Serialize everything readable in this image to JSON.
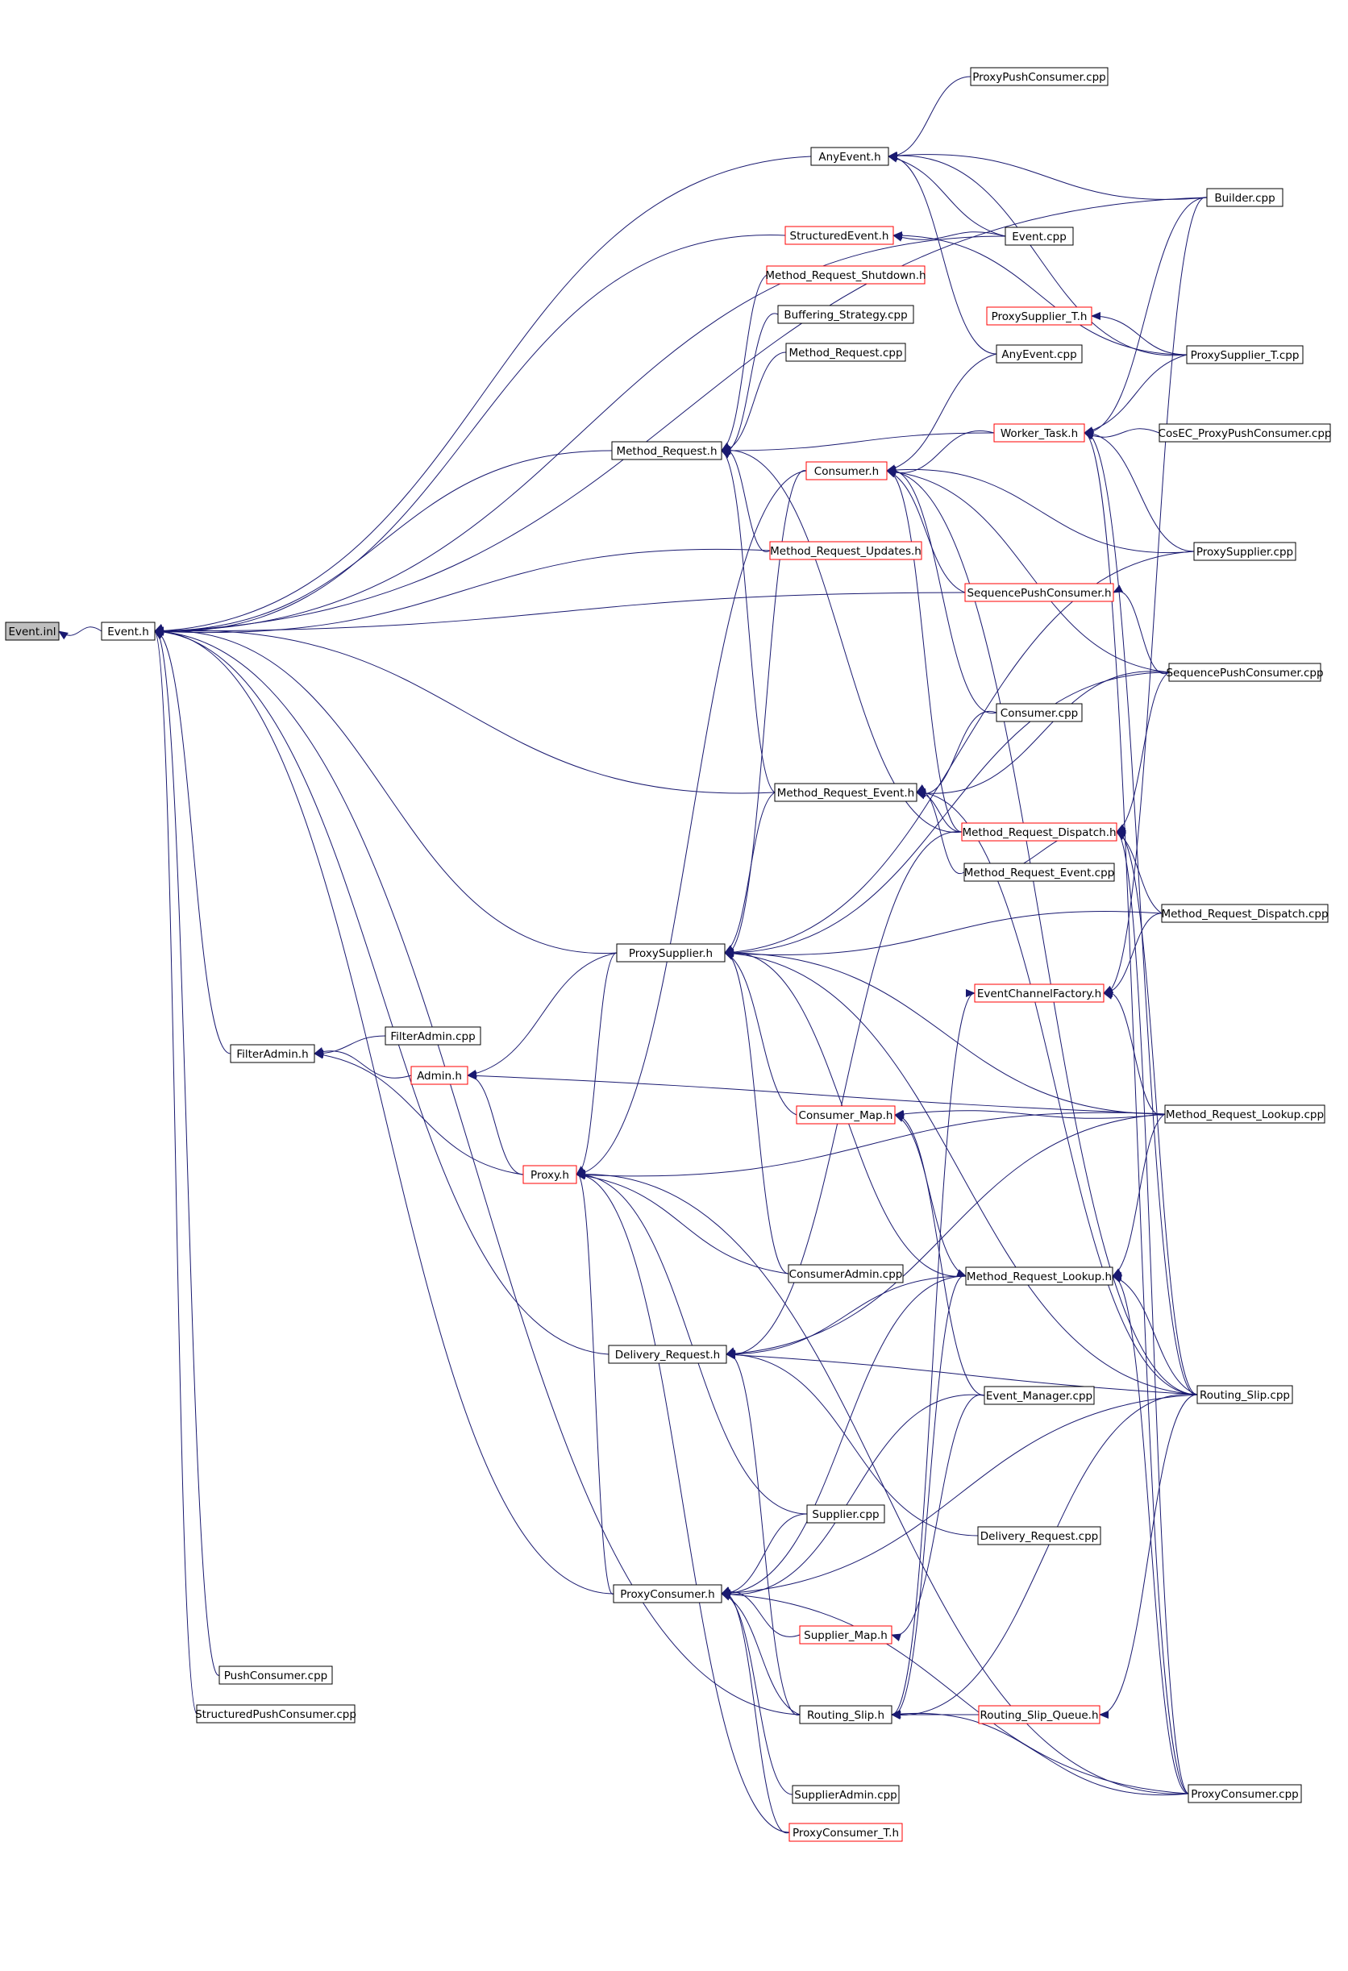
{
  "colors": {
    "edge": "#191970",
    "box_default": "#000000",
    "box_incomplete": "#ff0000",
    "root_fill": "#bfbfbf",
    "background": "#ffffff"
  },
  "nodes": [
    {
      "id": "event_inl",
      "label": "Event.inl",
      "kind": "root"
    },
    {
      "id": "event_h",
      "label": "Event.h",
      "kind": "normal"
    },
    {
      "id": "filteradmin_h",
      "label": "FilterAdmin.h",
      "kind": "normal"
    },
    {
      "id": "pushconsumer_cpp",
      "label": "PushConsumer.cpp",
      "kind": "normal"
    },
    {
      "id": "structuredpushconsumer_cpp",
      "label": "StructuredPushConsumer.cpp",
      "kind": "normal"
    },
    {
      "id": "filteradmin_cpp",
      "label": "FilterAdmin.cpp",
      "kind": "normal"
    },
    {
      "id": "admin_h",
      "label": "Admin.h",
      "kind": "red"
    },
    {
      "id": "proxy_h",
      "label": "Proxy.h",
      "kind": "red"
    },
    {
      "id": "method_request_h",
      "label": "Method_Request.h",
      "kind": "normal"
    },
    {
      "id": "proxysupplier_h",
      "label": "ProxySupplier.h",
      "kind": "normal"
    },
    {
      "id": "delivery_request_h",
      "label": "Delivery_Request.h",
      "kind": "normal"
    },
    {
      "id": "proxyconsumer_h",
      "label": "ProxyConsumer.h",
      "kind": "normal"
    },
    {
      "id": "anyevent_h",
      "label": "AnyEvent.h",
      "kind": "normal"
    },
    {
      "id": "structuredevent_h",
      "label": "StructuredEvent.h",
      "kind": "red"
    },
    {
      "id": "method_request_shutdown_h",
      "label": "Method_Request_Shutdown.h",
      "kind": "red"
    },
    {
      "id": "buffering_strategy_cpp",
      "label": "Buffering_Strategy.cpp",
      "kind": "normal"
    },
    {
      "id": "method_request_cpp",
      "label": "Method_Request.cpp",
      "kind": "normal"
    },
    {
      "id": "consumer_h",
      "label": "Consumer.h",
      "kind": "red"
    },
    {
      "id": "method_request_updates_h",
      "label": "Method_Request_Updates.h",
      "kind": "red"
    },
    {
      "id": "method_request_event_h",
      "label": "Method_Request_Event.h",
      "kind": "normal"
    },
    {
      "id": "consumer_map_h",
      "label": "Consumer_Map.h",
      "kind": "red"
    },
    {
      "id": "consumeradmin_cpp",
      "label": "ConsumerAdmin.cpp",
      "kind": "normal"
    },
    {
      "id": "supplier_cpp",
      "label": "Supplier.cpp",
      "kind": "normal"
    },
    {
      "id": "supplier_map_h",
      "label": "Supplier_Map.h",
      "kind": "red"
    },
    {
      "id": "routing_slip_h",
      "label": "Routing_Slip.h",
      "kind": "normal"
    },
    {
      "id": "supplieradmin_cpp",
      "label": "SupplierAdmin.cpp",
      "kind": "normal"
    },
    {
      "id": "proxyconsumer_t_h",
      "label": "ProxyConsumer_T.h",
      "kind": "red"
    },
    {
      "id": "proxypushconsumer_cpp",
      "label": "ProxyPushConsumer.cpp",
      "kind": "normal"
    },
    {
      "id": "event_cpp",
      "label": "Event.cpp",
      "kind": "normal"
    },
    {
      "id": "proxysupplier_t_h",
      "label": "ProxySupplier_T.h",
      "kind": "red"
    },
    {
      "id": "anyevent_cpp",
      "label": "AnyEvent.cpp",
      "kind": "normal"
    },
    {
      "id": "worker_task_h",
      "label": "Worker_Task.h",
      "kind": "red"
    },
    {
      "id": "sequencepushconsumer_h",
      "label": "SequencePushConsumer.h",
      "kind": "red"
    },
    {
      "id": "consumer_cpp",
      "label": "Consumer.cpp",
      "kind": "normal"
    },
    {
      "id": "method_request_dispatch_h",
      "label": "Method_Request_Dispatch.h",
      "kind": "red"
    },
    {
      "id": "method_request_event_cpp",
      "label": "Method_Request_Event.cpp",
      "kind": "normal"
    },
    {
      "id": "eventchannelfactory_h",
      "label": "EventChannelFactory.h",
      "kind": "red"
    },
    {
      "id": "method_request_lookup_h",
      "label": "Method_Request_Lookup.h",
      "kind": "normal"
    },
    {
      "id": "event_manager_cpp",
      "label": "Event_Manager.cpp",
      "kind": "normal"
    },
    {
      "id": "delivery_request_cpp",
      "label": "Delivery_Request.cpp",
      "kind": "normal"
    },
    {
      "id": "routing_slip_queue_h",
      "label": "Routing_Slip_Queue.h",
      "kind": "red"
    },
    {
      "id": "builder_cpp",
      "label": "Builder.cpp",
      "kind": "normal"
    },
    {
      "id": "proxysupplier_t_cpp",
      "label": "ProxySupplier_T.cpp",
      "kind": "normal"
    },
    {
      "id": "cosec_proxypushconsumer_cpp",
      "label": "CosEC_ProxyPushConsumer.cpp",
      "kind": "normal"
    },
    {
      "id": "proxysupplier_cpp",
      "label": "ProxySupplier.cpp",
      "kind": "normal"
    },
    {
      "id": "sequencepushconsumer_cpp",
      "label": "SequencePushConsumer.cpp",
      "kind": "normal"
    },
    {
      "id": "method_request_dispatch_cpp",
      "label": "Method_Request_Dispatch.cpp",
      "kind": "normal"
    },
    {
      "id": "method_request_lookup_cpp",
      "label": "Method_Request_Lookup.cpp",
      "kind": "normal"
    },
    {
      "id": "routing_slip_cpp",
      "label": "Routing_Slip.cpp",
      "kind": "normal"
    },
    {
      "id": "proxyconsumer_cpp",
      "label": "ProxyConsumer.cpp",
      "kind": "normal"
    }
  ],
  "edges": [
    [
      "event_h",
      "event_inl"
    ],
    [
      "filteradmin_h",
      "event_h"
    ],
    [
      "pushconsumer_cpp",
      "event_h"
    ],
    [
      "structuredpushconsumer_cpp",
      "event_h"
    ],
    [
      "method_request_h",
      "event_h"
    ],
    [
      "proxysupplier_h",
      "event_h"
    ],
    [
      "delivery_request_h",
      "event_h"
    ],
    [
      "proxyconsumer_h",
      "event_h"
    ],
    [
      "anyevent_h",
      "event_h"
    ],
    [
      "structuredevent_h",
      "event_h"
    ],
    [
      "event_cpp",
      "event_h"
    ],
    [
      "builder_cpp",
      "event_h"
    ],
    [
      "method_request_updates_h",
      "event_h"
    ],
    [
      "sequencepushconsumer_h",
      "event_h"
    ],
    [
      "method_request_event_h",
      "event_h"
    ],
    [
      "routing_slip_h",
      "event_h"
    ],
    [
      "filteradmin_cpp",
      "filteradmin_h"
    ],
    [
      "admin_h",
      "filteradmin_h"
    ],
    [
      "proxy_h",
      "filteradmin_h"
    ],
    [
      "proxy_h",
      "admin_h"
    ],
    [
      "proxysupplier_h",
      "admin_h"
    ],
    [
      "method_request_lookup_cpp",
      "admin_h"
    ],
    [
      "proxysupplier_h",
      "proxy_h"
    ],
    [
      "proxyconsumer_h",
      "proxy_h"
    ],
    [
      "consumeradmin_cpp",
      "proxy_h"
    ],
    [
      "supplier_cpp",
      "proxy_h"
    ],
    [
      "consumer_h",
      "proxy_h"
    ],
    [
      "method_request_lookup_cpp",
      "proxy_h"
    ],
    [
      "proxyconsumer_t_h",
      "proxy_h"
    ],
    [
      "method_request_shutdown_h",
      "method_request_h"
    ],
    [
      "buffering_strategy_cpp",
      "method_request_h"
    ],
    [
      "method_request_cpp",
      "method_request_h"
    ],
    [
      "method_request_updates_h",
      "method_request_h"
    ],
    [
      "method_request_event_h",
      "method_request_h"
    ],
    [
      "worker_task_h",
      "method_request_h"
    ],
    [
      "method_request_dispatch_h",
      "method_request_h"
    ],
    [
      "consumer_map_h",
      "proxysupplier_h"
    ],
    [
      "consumeradmin_cpp",
      "proxysupplier_h"
    ],
    [
      "method_request_event_h",
      "proxysupplier_h"
    ],
    [
      "method_request_dispatch_cpp",
      "proxysupplier_h"
    ],
    [
      "method_request_lookup_cpp",
      "proxysupplier_h"
    ],
    [
      "method_request_lookup_h",
      "proxysupplier_h"
    ],
    [
      "routing_slip_cpp",
      "proxysupplier_h"
    ],
    [
      "sequencepushconsumer_cpp",
      "proxysupplier_h"
    ],
    [
      "proxysupplier_cpp",
      "proxysupplier_h"
    ],
    [
      "consumer_h",
      "proxysupplier_h"
    ],
    [
      "method_request_lookup_h",
      "delivery_request_h"
    ],
    [
      "method_request_lookup_cpp",
      "delivery_request_h"
    ],
    [
      "routing_slip_cpp",
      "delivery_request_h"
    ],
    [
      "delivery_request_cpp",
      "delivery_request_h"
    ],
    [
      "routing_slip_h",
      "delivery_request_h"
    ],
    [
      "method_request_dispatch_h",
      "delivery_request_h"
    ],
    [
      "supplier_cpp",
      "proxyconsumer_h"
    ],
    [
      "supplier_map_h",
      "proxyconsumer_h"
    ],
    [
      "routing_slip_h",
      "proxyconsumer_h"
    ],
    [
      "supplieradmin_cpp",
      "proxyconsumer_h"
    ],
    [
      "proxyconsumer_t_h",
      "proxyconsumer_h"
    ],
    [
      "proxyconsumer_cpp",
      "proxyconsumer_h"
    ],
    [
      "method_request_lookup_h",
      "proxyconsumer_h"
    ],
    [
      "routing_slip_cpp",
      "proxyconsumer_h"
    ],
    [
      "event_manager_cpp",
      "proxyconsumer_h"
    ],
    [
      "proxypushconsumer_cpp",
      "anyevent_h"
    ],
    [
      "builder_cpp",
      "anyevent_h"
    ],
    [
      "event_cpp",
      "anyevent_h"
    ],
    [
      "anyevent_cpp",
      "anyevent_h"
    ],
    [
      "proxysupplier_t_cpp",
      "anyevent_h"
    ],
    [
      "event_cpp",
      "structuredevent_h"
    ],
    [
      "proxysupplier_t_cpp",
      "structuredevent_h"
    ],
    [
      "consumer_cpp",
      "consumer_h"
    ],
    [
      "sequencepushconsumer_h",
      "consumer_h"
    ],
    [
      "method_request_dispatch_h",
      "consumer_h"
    ],
    [
      "proxysupplier_cpp",
      "consumer_h"
    ],
    [
      "sequencepushconsumer_cpp",
      "consumer_h"
    ],
    [
      "routing_slip_cpp",
      "consumer_h"
    ],
    [
      "anyevent_cpp",
      "consumer_h"
    ],
    [
      "worker_task_h",
      "consumer_h"
    ],
    [
      "proxysupplier_t_cpp",
      "proxysupplier_t_h"
    ],
    [
      "proxysupplier_t_cpp",
      "worker_task_h"
    ],
    [
      "cosec_proxypushconsumer_cpp",
      "worker_task_h"
    ],
    [
      "proxysupplier_cpp",
      "worker_task_h"
    ],
    [
      "routing_slip_cpp",
      "worker_task_h"
    ],
    [
      "proxyconsumer_cpp",
      "worker_task_h"
    ],
    [
      "builder_cpp",
      "worker_task_h"
    ],
    [
      "sequencepushconsumer_cpp",
      "sequencepushconsumer_h"
    ],
    [
      "consumer_cpp",
      "method_request_event_h"
    ],
    [
      "method_request_dispatch_h",
      "method_request_event_h"
    ],
    [
      "method_request_event_cpp",
      "method_request_event_h"
    ],
    [
      "sequencepushconsumer_cpp",
      "method_request_event_h"
    ],
    [
      "routing_slip_cpp",
      "method_request_event_h"
    ],
    [
      "method_request_event_cpp",
      "method_request_dispatch_h"
    ],
    [
      "method_request_dispatch_cpp",
      "method_request_dispatch_h"
    ],
    [
      "routing_slip_cpp",
      "method_request_dispatch_h"
    ],
    [
      "sequencepushconsumer_cpp",
      "method_request_dispatch_h"
    ],
    [
      "proxyconsumer_cpp",
      "method_request_dispatch_h"
    ],
    [
      "method_request_dispatch_cpp",
      "eventchannelfactory_h"
    ],
    [
      "method_request_lookup_cpp",
      "eventchannelfactory_h"
    ],
    [
      "builder_cpp",
      "eventchannelfactory_h"
    ],
    [
      "routing_slip_h",
      "eventchannelfactory_h"
    ],
    [
      "method_request_lookup_cpp",
      "consumer_map_h"
    ],
    [
      "method_request_lookup_h",
      "consumer_map_h"
    ],
    [
      "event_manager_cpp",
      "consumer_map_h"
    ],
    [
      "method_request_lookup_cpp",
      "method_request_lookup_h"
    ],
    [
      "routing_slip_cpp",
      "method_request_lookup_h"
    ],
    [
      "proxyconsumer_cpp",
      "method_request_lookup_h"
    ],
    [
      "routing_slip_h",
      "method_request_lookup_h"
    ],
    [
      "event_manager_cpp",
      "supplier_map_h"
    ],
    [
      "routing_slip_queue_h",
      "routing_slip_h"
    ],
    [
      "proxyconsumer_cpp",
      "routing_slip_h"
    ],
    [
      "routing_slip_cpp",
      "routing_slip_h"
    ],
    [
      "routing_slip_cpp",
      "routing_slip_queue_h"
    ],
    [
      "proxyconsumer_cpp",
      "proxy_h"
    ]
  ]
}
